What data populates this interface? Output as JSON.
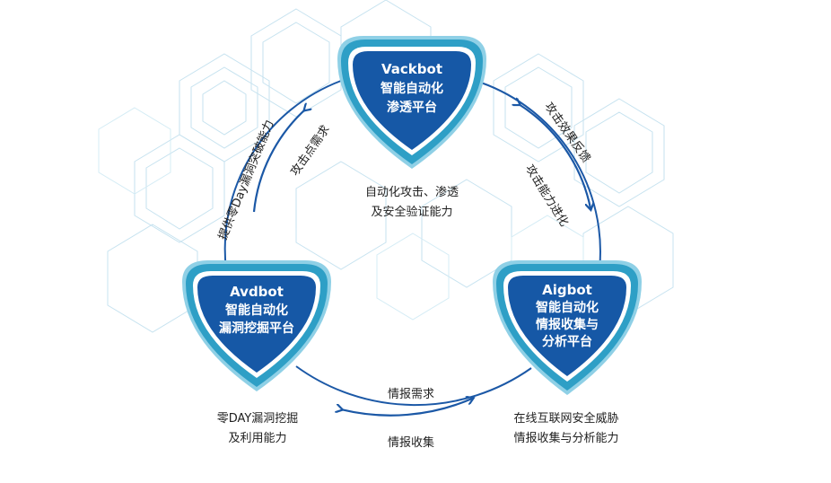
{
  "colors": {
    "shield_fill": "#1658a6",
    "shield_ring": "#2e9fc6",
    "shield_ring_light": "#8fd0e6",
    "arrow": "#1b58a6",
    "hex_pattern": "#b9dcec"
  },
  "nodes": {
    "vackbot": {
      "name": "Vackbot",
      "line1": "智能自动化",
      "line2": "渗透平台",
      "caption_line1": "自动化攻击、渗透",
      "caption_line2": "及安全验证能力"
    },
    "avdbot": {
      "name": "Avdbot",
      "line1": "智能自动化",
      "line2": "漏洞挖掘平台",
      "caption_line1": "零DAY漏洞挖掘",
      "caption_line2": "及利用能力"
    },
    "aigbot": {
      "name": "Aigbot",
      "line1": "智能自动化",
      "line2": "情报收集与",
      "line3": "分析平台",
      "caption_line1": "在线互联网安全威胁",
      "caption_line2": "情报收集与分析能力"
    }
  },
  "flows": {
    "attack_point_demand": "攻击点需求",
    "zero_day_capability": "提供零Day漏洞突破能力",
    "attack_effect_feedback": "攻击效果反馈",
    "attack_capability_evolution": "攻击能力进化",
    "intel_demand": "情报需求",
    "intel_collection": "情报收集"
  }
}
